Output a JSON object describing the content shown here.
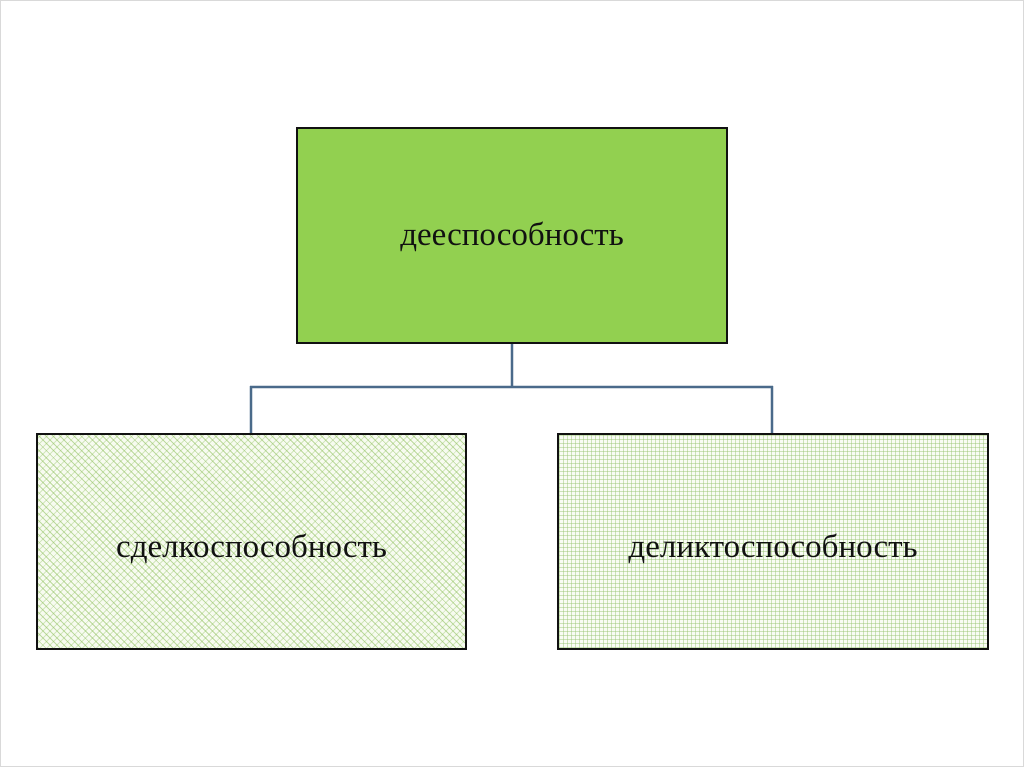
{
  "diagram": {
    "root": {
      "label": "дееспособность"
    },
    "children": [
      {
        "label": "сделкоспособность"
      },
      {
        "label": "деликтоспособность"
      }
    ]
  },
  "colors": {
    "root_fill": "#92d050",
    "connector": "#4a6a8a",
    "border": "#111111"
  }
}
